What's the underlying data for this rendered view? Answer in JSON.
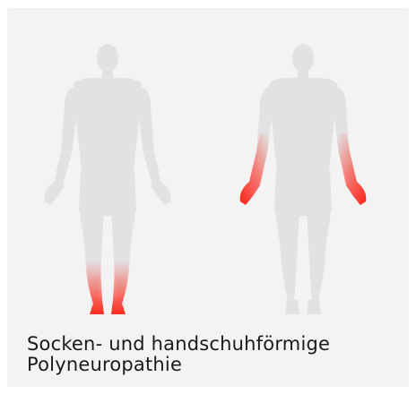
{
  "caption": {
    "text": "Socken- und handschuhförmige Polyneuropathie"
  },
  "colors": {
    "card_background": "#f3f3f3",
    "body_silhouette": "#e2e2e2",
    "highlight": "#ff2a1f",
    "caption_text": "#1a1a1a"
  },
  "figures": [
    {
      "name": "left-figure",
      "highlighted_regions": [
        "feet"
      ]
    },
    {
      "name": "right-figure",
      "highlighted_regions": [
        "hands",
        "forearms"
      ]
    }
  ]
}
